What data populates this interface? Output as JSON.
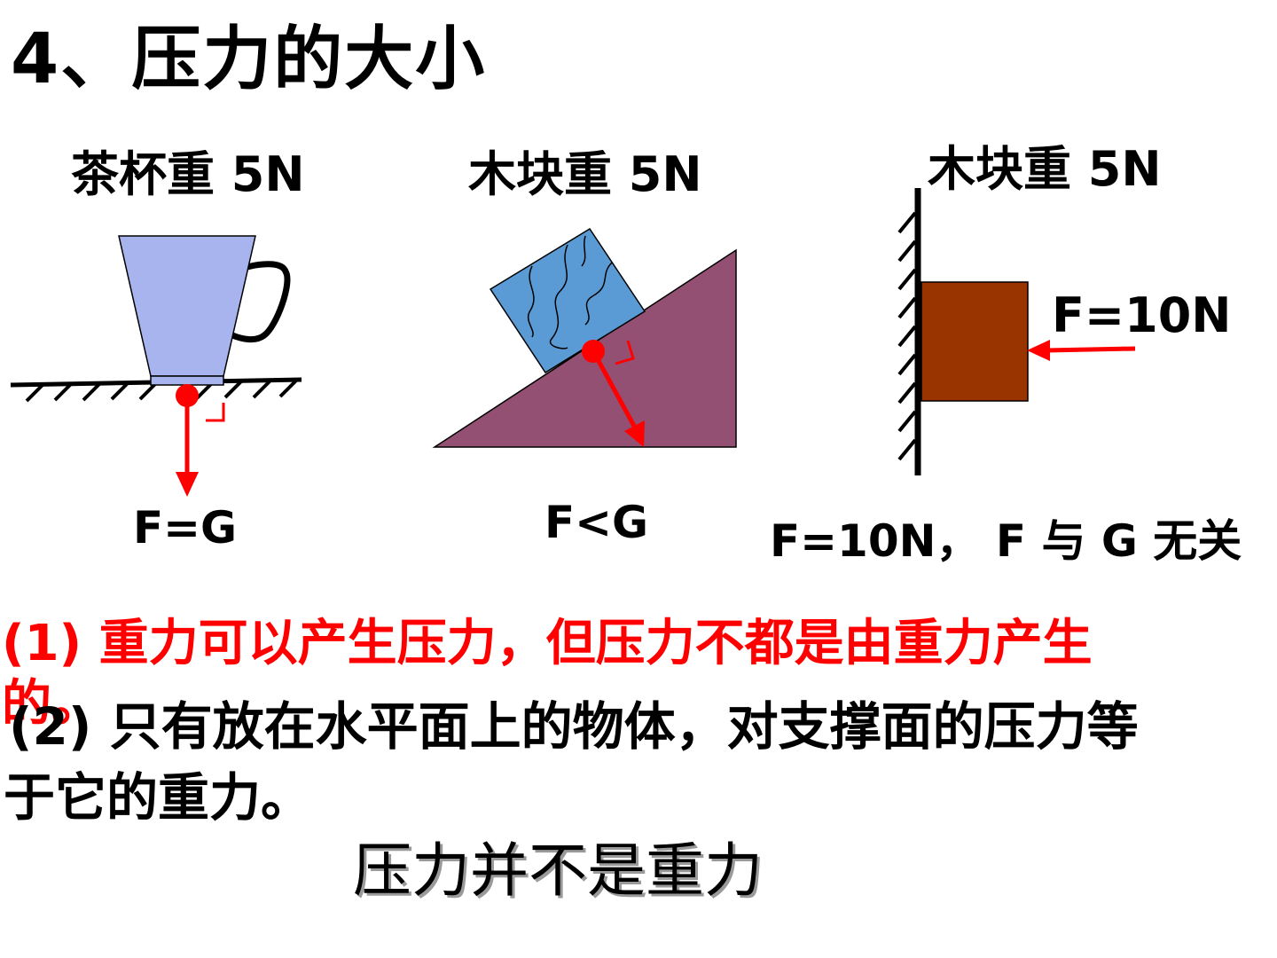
{
  "title": "4、压力的大小",
  "figures": [
    {
      "caption": "茶杯重 5N",
      "relation": "F=G"
    },
    {
      "caption": "木块重 5N",
      "relation": "F<G"
    },
    {
      "caption": "木块重 5N",
      "force_label": "F=10N",
      "relation": "F=10N， F 与 G 无关"
    }
  ],
  "conclusions": {
    "point1": "(1) 重力可以产生压力，但压力不都是由重力产生",
    "point1_tail": "的。",
    "point2": "(2) 只有放在水平面上的物体，对支撑面的压力等",
    "point2_tail": "于它的重力。"
  },
  "summary": "压力并不是重力",
  "colors": {
    "cup": "#a8b4ee",
    "slope": "#935072",
    "block_blue": "#5b9bd5",
    "block_brown": "#993300",
    "arrow": "#ff0000"
  }
}
